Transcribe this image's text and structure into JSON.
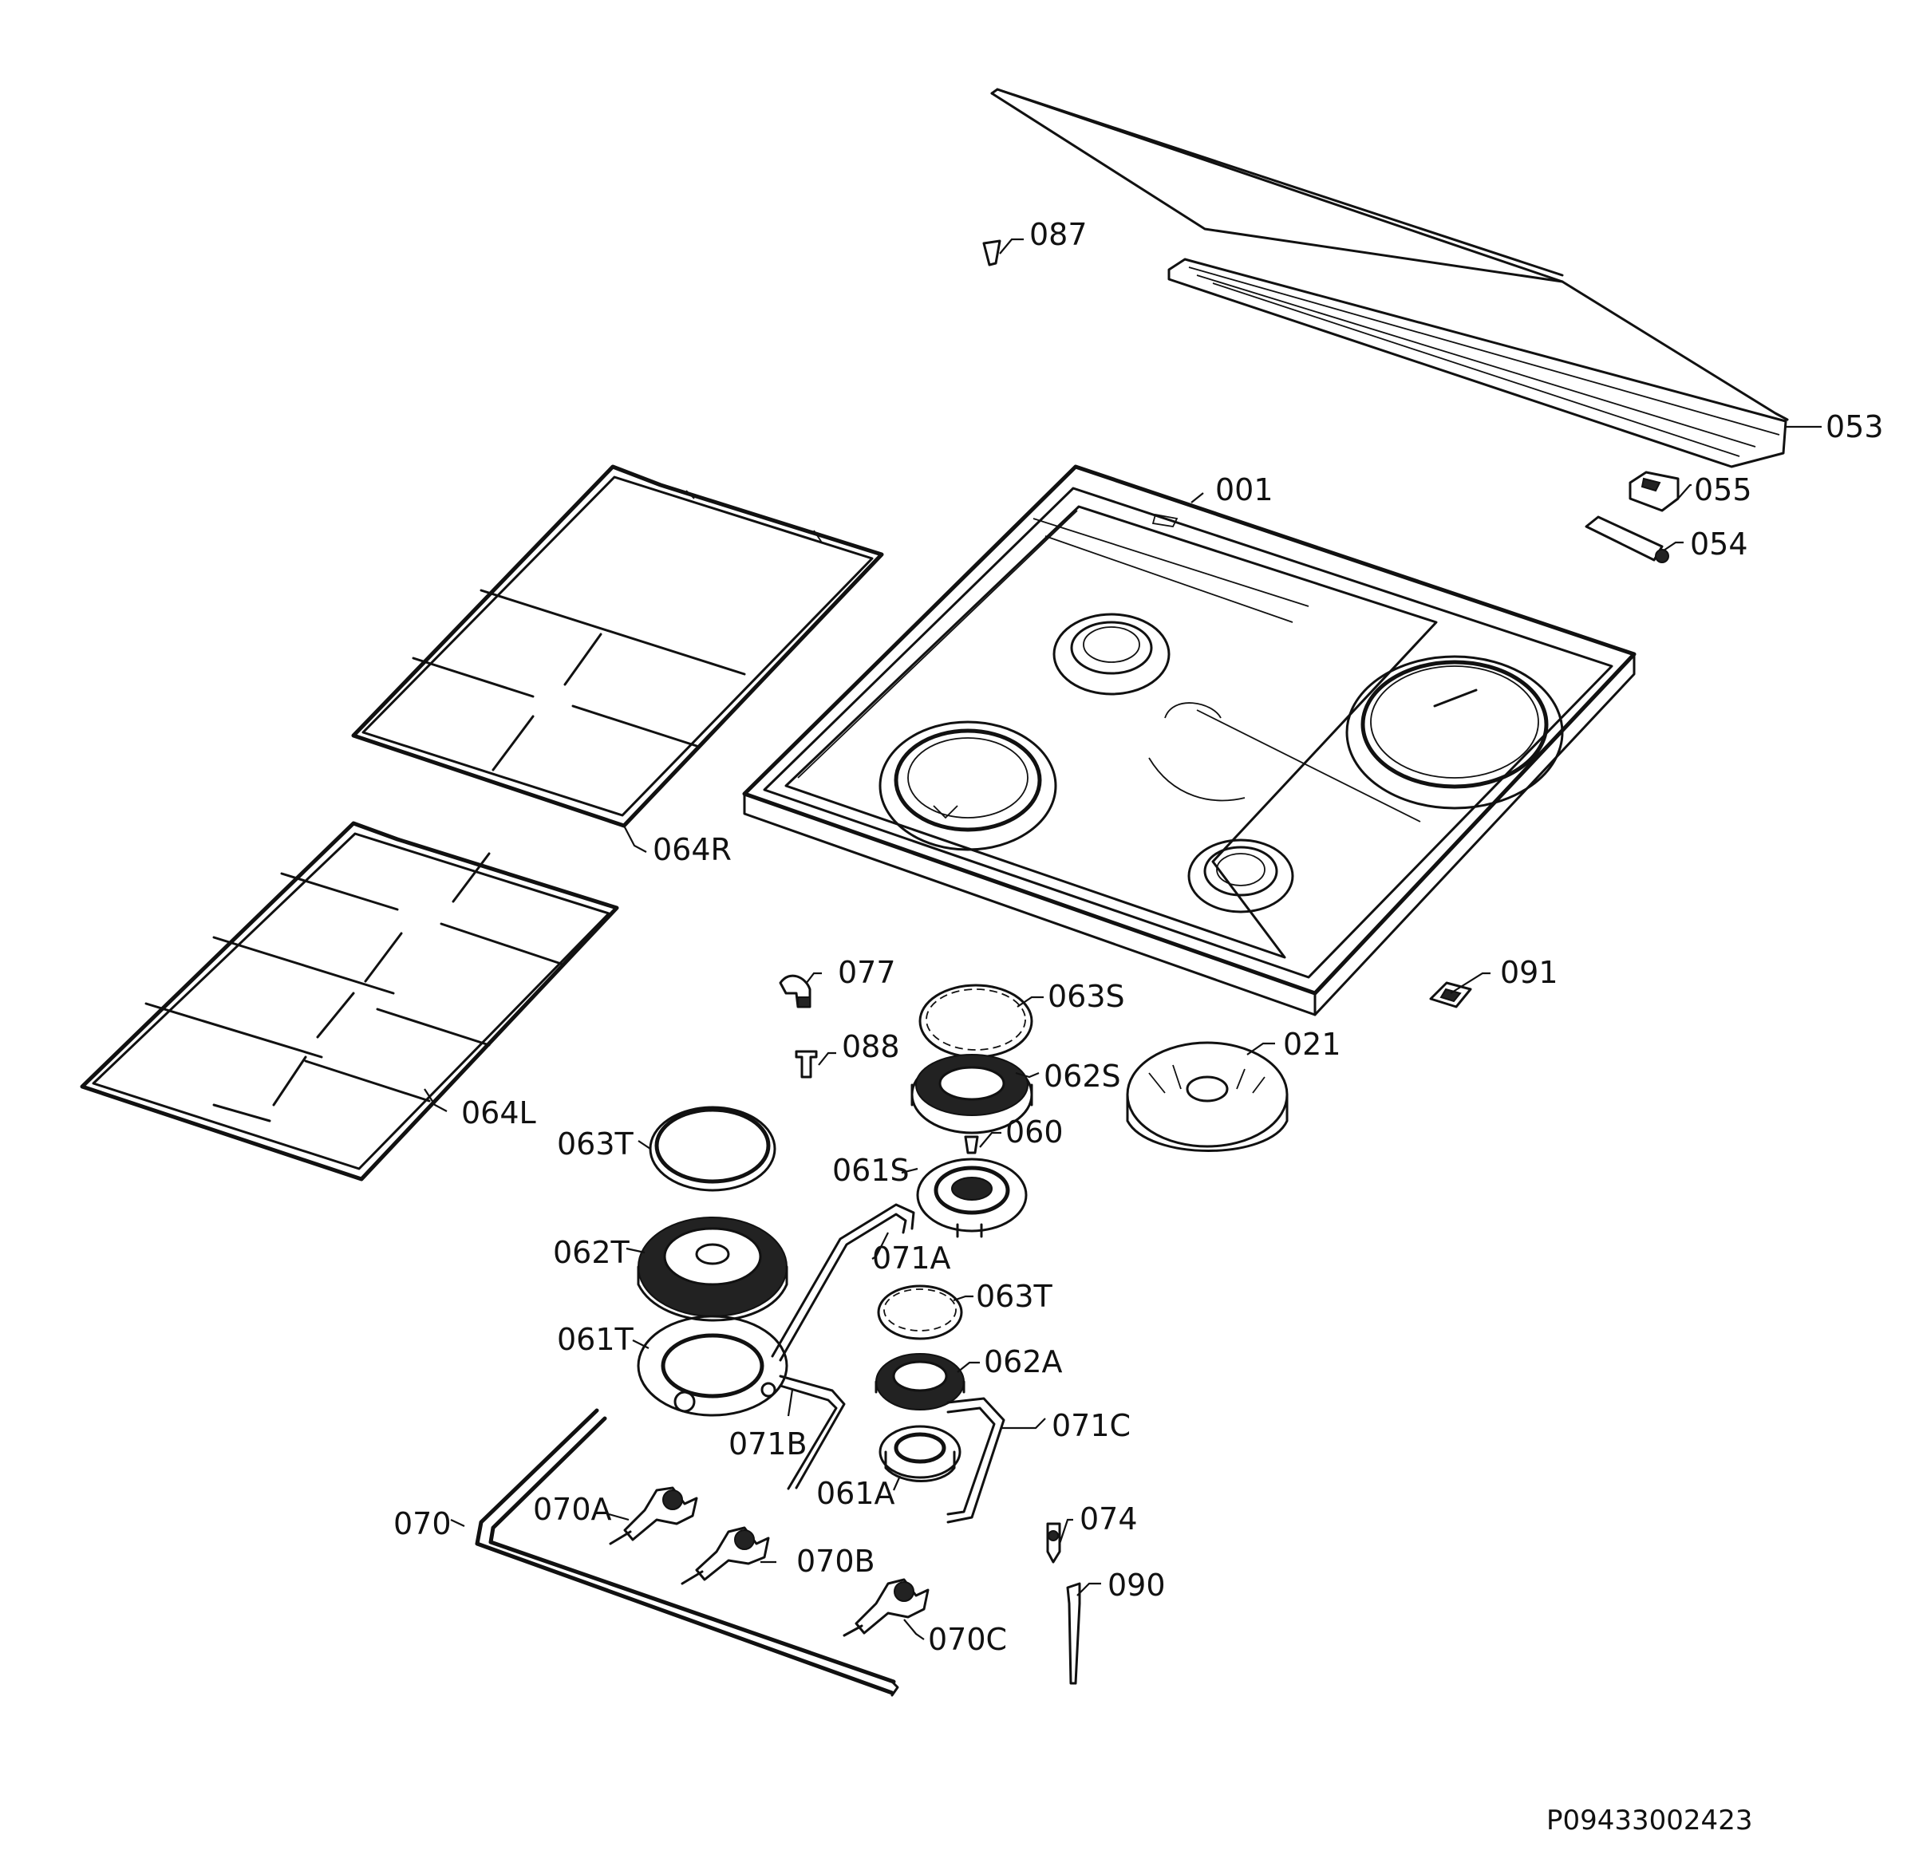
{
  "diagram": {
    "labels": {
      "p001": "001",
      "p021": "021",
      "p053": "053",
      "p054": "054",
      "p055": "055",
      "p060": "060",
      "p061A": "061A",
      "p061S": "061S",
      "p061T": "061T",
      "p062A": "062A",
      "p062S": "062S",
      "p062T": "062T",
      "p063S": "063S",
      "p063T_large": "063T",
      "p063T_small": "063T",
      "p064L": "064L",
      "p064R": "064R",
      "p070": "070",
      "p070A": "070A",
      "p070B": "070B",
      "p070C": "070C",
      "p071A": "071A",
      "p071B": "071B",
      "p071C": "071C",
      "p074": "074",
      "p077": "077",
      "p087": "087",
      "p088": "088",
      "p090": "090",
      "p091": "091"
    },
    "drawing_code": "P09433002423"
  }
}
